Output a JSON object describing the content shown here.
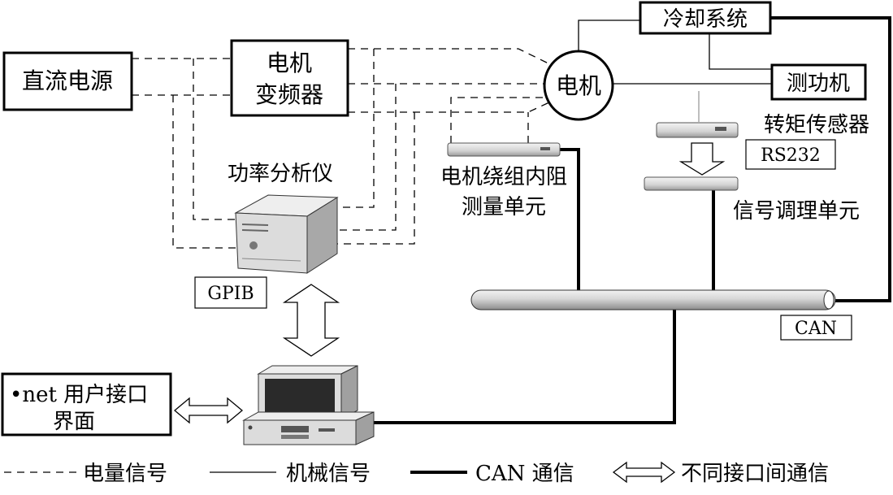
{
  "diagram": {
    "power_supply": "直流电源",
    "inverter_line1": "电机",
    "inverter_line2": "变频器",
    "motor": "电机",
    "cooling_system": "冷却系统",
    "dynamometer": "测功机",
    "torque_sensor": "转矩传感器",
    "rs232": "RS232",
    "signal_conditioning": "信号调理单元",
    "winding_unit_line1": "电机绕组内阻",
    "winding_unit_line2": "测量单元",
    "power_analyzer": "功率分析仪",
    "gpib": "GPIB",
    "can": "CAN",
    "net_ui_line1": "•net 用户接口",
    "net_ui_line2": "界面"
  },
  "legend": {
    "electrical_signal": "电量信号",
    "mechanical_signal": "机械信号",
    "can_communication": "CAN 通信",
    "interface_communication": "不同接口间通信"
  },
  "colors": {
    "stroke": "#000000",
    "device_light": "#e6e6e6",
    "device_mid": "#c4c4c4",
    "device_dark": "#8a8a8a"
  }
}
